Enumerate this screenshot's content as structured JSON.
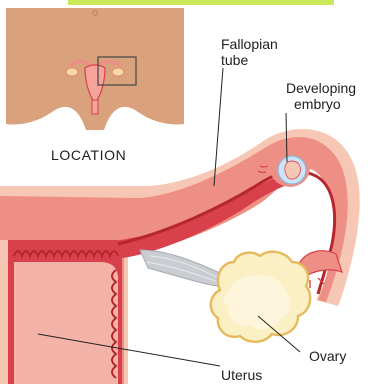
{
  "labels": {
    "location": "LOCATION",
    "fallopian_tube": [
      "Fallopian",
      "tube"
    ],
    "developing_embryo": [
      "Developing",
      "embryo"
    ],
    "ovary": "Ovary",
    "uterus": "Uterus"
  },
  "colors": {
    "top_banner": "#c9e85a",
    "skin": "#d9a27c",
    "tissue_light": "#f6c7b4",
    "tissue_mid": "#ee8f86",
    "tissue_dark": "#d8414b",
    "ovary_fill": "#fbefc4",
    "ovary_outline": "#e6b95c",
    "ligament": "#c9cdd2"
  }
}
